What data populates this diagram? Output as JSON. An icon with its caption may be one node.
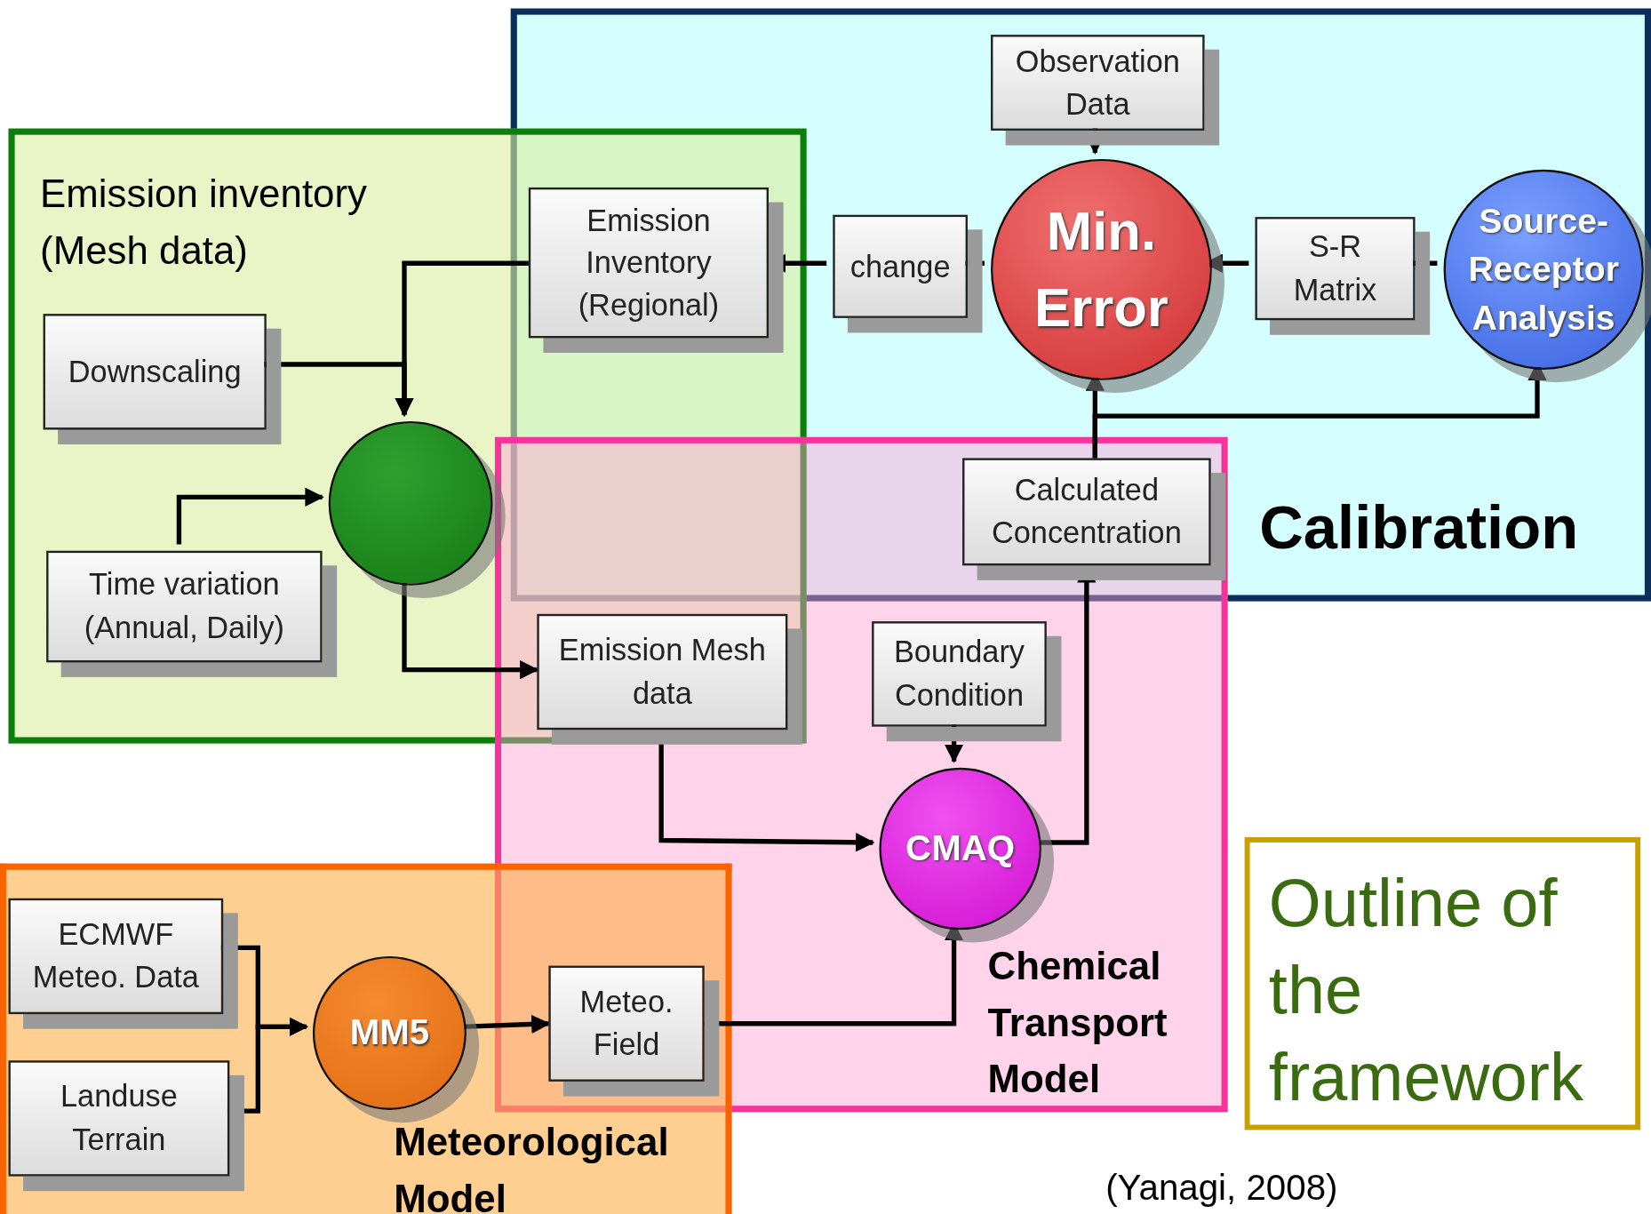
{
  "diagram": {
    "nodes": [
      {
        "text": [
          "Calibration"
        ]
      },
      {
        "text": [
          "Emission inventory (Mesh data)"
        ]
      },
      {
        "text": [
          "Chemical Transport Model"
        ]
      },
      {
        "text": [
          "Meteorological Model"
        ]
      },
      {
        "text": [
          "Observation Data"
        ],
        "in": 0
      },
      {
        "text": [
          "Min. Error"
        ],
        "in": 0
      },
      {
        "text": [
          "change"
        ],
        "in": 0
      },
      {
        "text": [
          "S-R Matrix"
        ],
        "in": 0
      },
      {
        "text": [
          "Source-Receptor Analysis"
        ],
        "in": 0
      },
      {
        "text": [
          "Emission Inventory (Regional)"
        ]
      },
      {
        "text": [
          "Downscaling"
        ],
        "in": 1
      },
      {
        "text": [],
        "shape": "circle",
        "in": 1
      },
      {
        "text": [
          "Time variation (Annual, Daily)"
        ],
        "in": 1
      },
      {
        "text": [
          "Emission Mesh data"
        ]
      },
      {
        "text": [
          "Calculated Concentration"
        ]
      },
      {
        "text": [
          "Boundary Condition"
        ],
        "in": 2
      },
      {
        "text": [
          "CMAQ"
        ],
        "in": 2
      },
      {
        "text": [
          "Meteo. Field"
        ]
      },
      {
        "text": [
          "ECMWF Meteo. Data"
        ],
        "in": 3
      },
      {
        "text": [
          "Landuse Terrain"
        ],
        "in": 3
      },
      {
        "text": [
          "MM5"
        ],
        "in": 3
      },
      {
        "text": [
          "Outline of the framework"
        ]
      }
    ],
    "edges": [
      {
        "from": 4,
        "to": 5,
        "arrow": "to"
      },
      {
        "from": 5,
        "to": 6,
        "arrow": "none"
      },
      {
        "from": 6,
        "to": 9,
        "arrow": "to"
      },
      {
        "from": 8,
        "to": 7,
        "arrow": "none"
      },
      {
        "from": 7,
        "to": 5,
        "arrow": "to"
      },
      {
        "from": 9,
        "to": 11,
        "arrow": "to"
      },
      {
        "from": 10,
        "to": 11,
        "arrow": "to"
      },
      {
        "from": 12,
        "to": 11,
        "arrow": "to"
      },
      {
        "from": 11,
        "to": 13,
        "arrow": "to"
      },
      {
        "from": 13,
        "to": 16,
        "arrow": "to"
      },
      {
        "from": 15,
        "to": 16,
        "arrow": "to"
      },
      {
        "from": 16,
        "to": 14,
        "arrow": "to"
      },
      {
        "from": 14,
        "to": 5,
        "arrow": "to"
      },
      {
        "from": 14,
        "to": 8,
        "arrow": "to"
      },
      {
        "from": 18,
        "to": 20,
        "arrow": "to"
      },
      {
        "from": 19,
        "to": 20,
        "arrow": "to"
      },
      {
        "from": 20,
        "to": 17,
        "arrow": "to"
      },
      {
        "from": 17,
        "to": 16,
        "arrow": "to"
      }
    ],
    "labels": [
      "(Yanagi, 2008)"
    ]
  }
}
